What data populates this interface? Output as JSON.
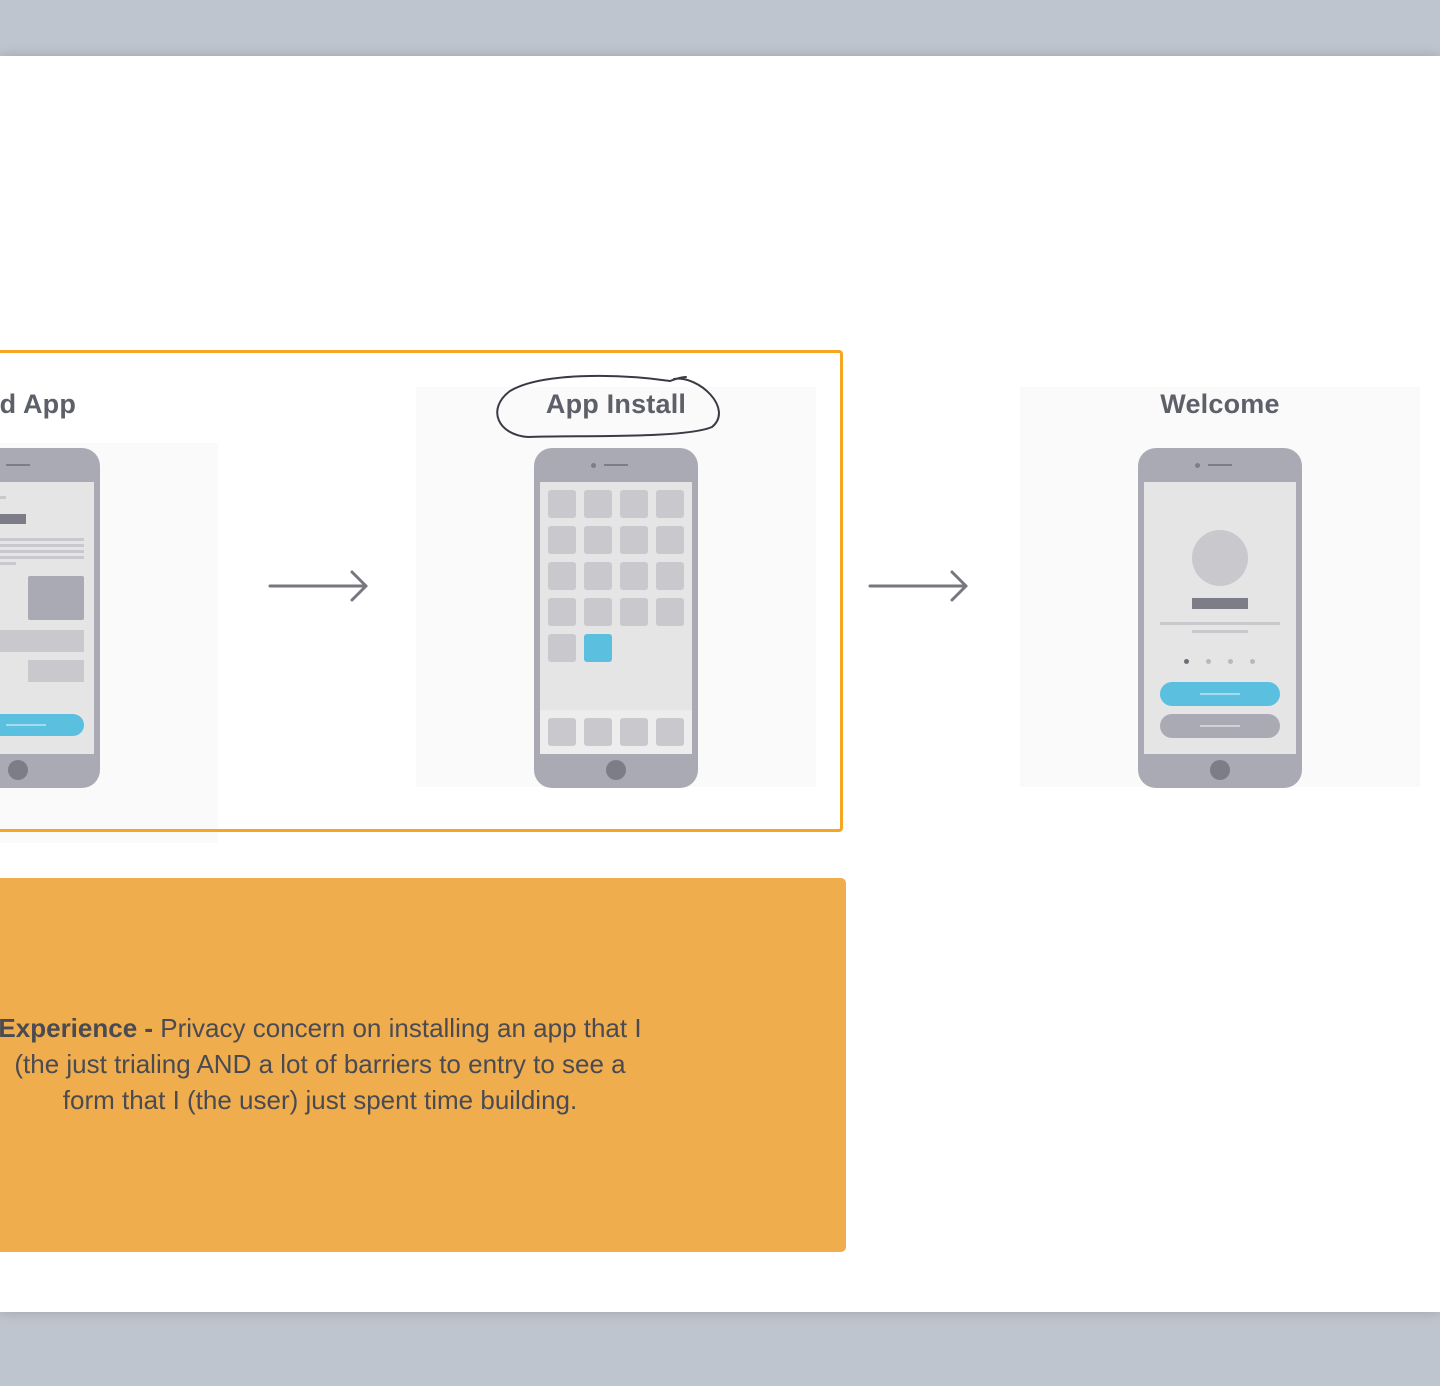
{
  "frames": [
    {
      "title": "load App"
    },
    {
      "title": "App Install"
    },
    {
      "title": "Welcome"
    }
  ],
  "note": {
    "bold": "Experience - ",
    "text": "Privacy concern on installing an app that I (the just trialing AND a lot of barriers to entry to see a form that I (the user) just spent time building."
  },
  "colors": {
    "selection_border": "#f5a623",
    "note_background": "#efad4d",
    "accent_button": "#5bbfdf",
    "phone_body": "#aaaab4"
  }
}
